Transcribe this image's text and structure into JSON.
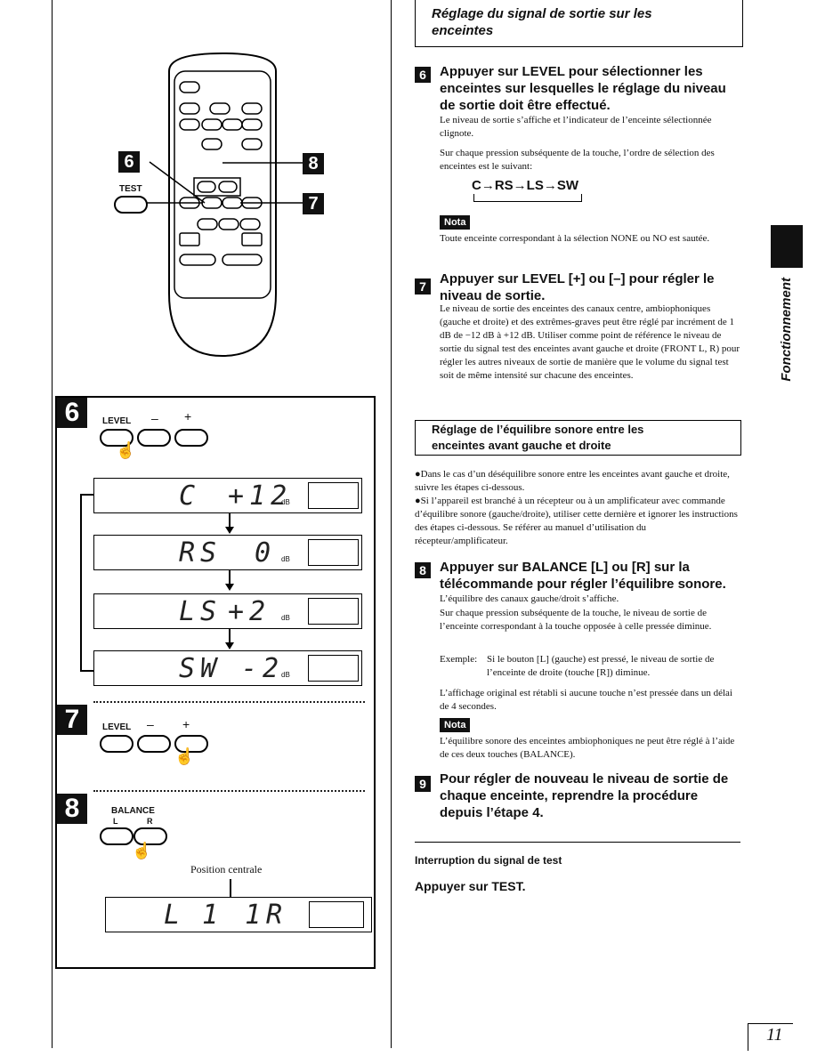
{
  "page_number": "11",
  "side_tab": "Fonctionnement",
  "remote": {
    "callouts": [
      "6",
      "8",
      "7"
    ],
    "test_label": "TEST"
  },
  "left_steps": {
    "step6": {
      "badge": "6",
      "level_label": "LEVEL",
      "minus": "–",
      "plus": "+",
      "displays": [
        {
          "label": "C",
          "value": "+12",
          "unit": "dB"
        },
        {
          "label": "RS",
          "value": "0",
          "unit": "dB"
        },
        {
          "label": "LS",
          "value": "+2",
          "unit": "dB"
        },
        {
          "label": "SW",
          "value": "-2",
          "unit": "dB"
        }
      ]
    },
    "step7": {
      "badge": "7",
      "level_label": "LEVEL",
      "minus": "–",
      "plus": "+"
    },
    "step8": {
      "badge": "8",
      "balance_label": "BALANCE",
      "l": "L",
      "r": "R",
      "position_label": "Position centrale",
      "display": {
        "left": "L",
        "mid": "1 1",
        "right": "R"
      }
    }
  },
  "section1": {
    "title": "Réglage du signal de sortie sur les enceintes",
    "step6": {
      "num": "6",
      "title": "Appuyer sur LEVEL pour sélectionner les enceintes sur lesquelles le réglage du niveau de sortie doit être effectué.",
      "p1": "Le niveau de sortie s’affiche et l’indicateur de l’enceinte sélectionnée clignote.",
      "p2": "Sur chaque pression subséquente de la touche, l’ordre de sélection des enceintes est le suivant:",
      "sequence": "C→RS→LS→SW",
      "nota": "Nota",
      "nota_text": "Toute enceinte correspondant à la sélection NONE ou NO est sautée."
    },
    "step7": {
      "num": "7",
      "title": "Appuyer sur LEVEL [+] ou [–] pour régler le niveau de sortie.",
      "p1": "Le niveau de sortie des enceintes des canaux centre, ambiophoniques (gauche et droite) et des extrêmes-graves peut être réglé par incrément de 1 dB de −12 dB à +12 dB. Utiliser comme point de référence le niveau de sortie du signal test des enceintes avant gauche et droite (FRONT L, R) pour régler les autres niveaux de sortie de manière que le volume du signal test soit de même intensité sur chacune des enceintes."
    }
  },
  "section2": {
    "title": "Réglage de l’équilibre sonore entre les enceintes avant gauche et droite",
    "bullet1": "●Dans le cas d’un déséquilibre sonore entre les enceintes avant gauche et droite, suivre les étapes ci-dessous.",
    "bullet2": "●Si l’appareil est branché à un récepteur ou à un amplificateur avec commande d’équilibre sonore (gauche/droite), utiliser cette dernière et ignorer les instructions des étapes ci-dessous. Se référer au manuel d’utilisation du récepteur/amplificateur.",
    "step8": {
      "num": "8",
      "title": "Appuyer sur BALANCE [L] ou [R] sur la télécommande pour régler l’équilibre sonore.",
      "p1": "L’équilibre des canaux gauche/droit s’affiche.",
      "p2": "Sur chaque pression subséquente de la touche, le niveau de sortie de l’enceinte correspondant à la touche opposée à celle pressée diminue.",
      "example_label": "Exemple:",
      "example_text": "Si le bouton [L] (gauche) est pressé, le niveau de sortie de l’enceinte de droite (touche [R]) diminue.",
      "p3": "L’affichage original est rétabli si aucune touche n’est pressée dans un délai de 4 secondes.",
      "nota": "Nota",
      "nota_text": "L’équilibre sonore des enceintes ambiophoniques ne peut être réglé à l’aide de ces deux touches (BALANCE)."
    },
    "step9": {
      "num": "9",
      "title": "Pour régler de nouveau le niveau de sortie de chaque enceinte, reprendre la procédure depuis l’étape 4."
    }
  },
  "interruption": {
    "heading": "Interruption du signal de test",
    "action": "Appuyer sur TEST."
  }
}
